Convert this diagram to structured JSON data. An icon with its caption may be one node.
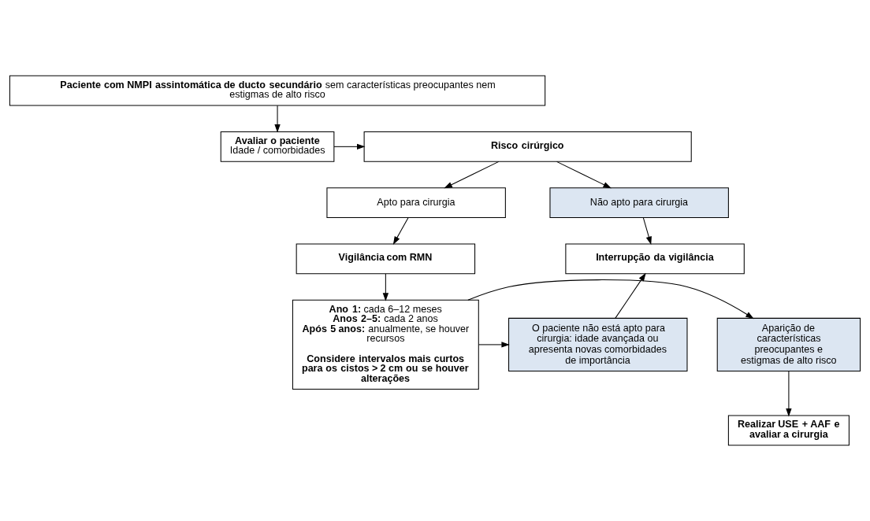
{
  "diagram": {
    "nodes": [
      {
        "text": [
          "**Paciente com NMPI assintomática de ducto secundário** sem características preocupantes nem estigmas de alto risco"
        ]
      },
      {
        "text": [
          "Avaliar o paciente",
          "Idade / comorbidades"
        ]
      },
      {
        "text": [
          "Risco cirúrgico"
        ]
      },
      {
        "text": [
          "Apto para cirurgia"
        ]
      },
      {
        "text": [
          "Não apto para cirurgia"
        ]
      },
      {
        "text": [
          "Vigilância com RMN"
        ]
      },
      {
        "text": [
          "Interrupção da vigilância"
        ]
      },
      {
        "text": [
          "Aparição de características preocupantes e estigmas de alto risco"
        ]
      },
      {
        "text": [
          "**Ano 1:** cada 6–12 meses",
          "**Anos 2–5:** cada 2 anos",
          "**Após 5 anos:** anualmente, se houver recursos",
          "Considere intervalos mais curtos para os cistos > 2 cm ou se houver alterações"
        ]
      },
      {
        "text": [
          "O paciente não está apto para cirurgia: idade avançada ou apresenta novas comorbidades de importância"
        ]
      },
      {
        "text": [
          "Realizar USE + AAF e avaliar a cirurgia"
        ]
      }
    ],
    "edges": [
      {
        "from": 0,
        "to": 1,
        "arrow": "to"
      },
      {
        "from": 1,
        "to": 2,
        "arrow": "to"
      },
      {
        "from": 2,
        "to": 3,
        "arrow": "to"
      },
      {
        "from": 2,
        "to": 4,
        "arrow": "to"
      },
      {
        "from": 3,
        "to": 5,
        "arrow": "to"
      },
      {
        "from": 4,
        "to": 6,
        "arrow": "to"
      },
      {
        "from": 5,
        "to": 8,
        "arrow": "to"
      },
      {
        "from": 8,
        "to": 7,
        "arrow": "to"
      },
      {
        "from": 8,
        "to": 9,
        "arrow": "to"
      },
      {
        "from": 9,
        "to": 6,
        "arrow": "to"
      },
      {
        "from": 7,
        "to": 10,
        "arrow": "to"
      }
    ]
  }
}
